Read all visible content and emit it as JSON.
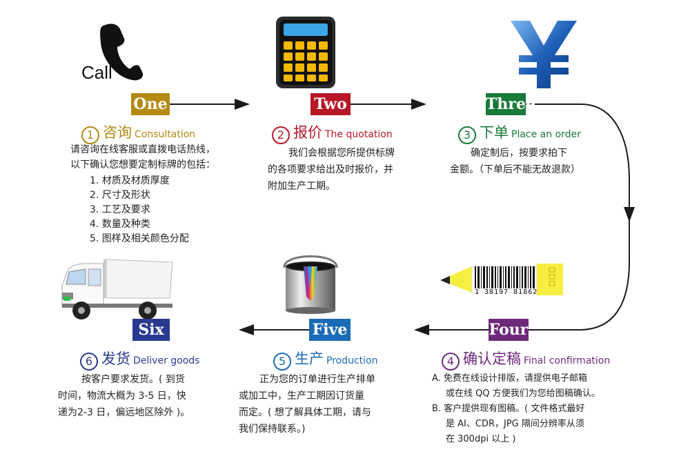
{
  "call_label": "Call",
  "barcode_number": "1 38197 81862",
  "colors": {
    "one": "#b38a12",
    "two": "#b81727",
    "three": "#1a7a3a",
    "four": "#6d2a7a",
    "five": "#1a6bb5",
    "six": "#283a8f"
  },
  "steps": {
    "one": {
      "badge": "One",
      "num": "1",
      "cn": "咨询",
      "en": "Consultation",
      "lines": [
        "请咨询在线客服或直拨电话热线，",
        "以下确认您想要定制标牌的包括："
      ],
      "items": [
        "1. 材质及材质厚度",
        "2. 尺寸及形状",
        "3. 工艺及要求",
        "4. 数量及种类",
        "5. 图样及相关颜色分配"
      ]
    },
    "two": {
      "badge": "Two",
      "num": "2",
      "cn": "报价",
      "en": "The quotation",
      "lines": [
        "我们会根据您所提供标牌",
        "的各项要求给出及时报价，并",
        "附加生产工期。"
      ]
    },
    "three": {
      "badge": "Three",
      "num": "3",
      "cn": "下单",
      "en": "Place an order",
      "lines": [
        "确定制后，按要求拍下",
        "金额。（下单后不能无故退款）"
      ]
    },
    "four": {
      "badge": "Four",
      "num": "4",
      "cn": "确认定稿",
      "en": "Final confirmation",
      "lines": [
        "A. 免费在线设计排版，请提供电子邮箱",
        "或在线 QQ 方便我们为您给图稿确认。",
        "B. 客户提供现有图稿。( 文件格式最好",
        "是 AI、CDR，JPG 隔间分辨率从须",
        "在 300dpi 以上 )"
      ]
    },
    "five": {
      "badge": "Five",
      "num": "5",
      "cn": "生产",
      "en": "Production",
      "lines": [
        "正为您的订单进行生产排单",
        "或加工中，生产工期因订货量",
        "而定。( 想了解具体工期，请与",
        "我们保持联系。)"
      ]
    },
    "six": {
      "badge": "Six",
      "num": "6",
      "cn": "发货",
      "en": "Deliver goods",
      "lines": [
        "按客户要求发货。( 到货",
        "时间，物流大概为 3-5 日，快",
        "递为2-3 日，偏远地区除外 )。"
      ]
    }
  }
}
